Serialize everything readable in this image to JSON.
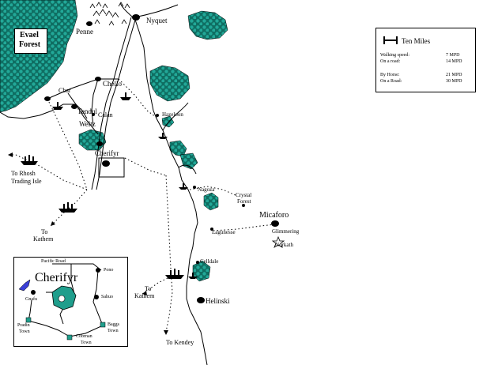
{
  "map": {
    "forest_label_line1": "Evael",
    "forest_label_line2": "Forest",
    "labels": {
      "nyquet": "Nyquet",
      "penne": "Penne",
      "chello": "Chello",
      "cbar": "Cbar",
      "tendul": "Tendul",
      "calan": "Calan",
      "weltz": "Weltz",
      "cherifyr": "Cherifyr",
      "hazeloon": "Hazeloon",
      "nagoza": "Nagoza",
      "crystal_line1": "Crystal",
      "crystal_line2": "Forest",
      "micaforo": "Micaforo",
      "glimmering": "Glimmering",
      "norkath": "Norkath",
      "lagunesse": "Lagunesse",
      "celldale": "Celldale",
      "helinski": "Helinski",
      "to_rhosh": "To Rhosh",
      "trading_isle": "Trading Isle",
      "to_kathem1_line1": "To",
      "to_kathem1_line2": "Kathem",
      "to_kathem2_line1": "To",
      "to_kathem2_line2": "Kathem",
      "to_kendey": "To Kendey"
    }
  },
  "legend": {
    "title": "Ten Miles",
    "rows": [
      {
        "label": "Walking speed:",
        "value": "7 MPD"
      },
      {
        "label": "On a road:",
        "value": "14 MPD"
      },
      {
        "label": "By Horse:",
        "value": "21 MPD"
      },
      {
        "label": "On a Road:",
        "value": "30 MPD"
      }
    ]
  },
  "inset": {
    "title": "Cherifyr",
    "labels": {
      "pacific_road": "Pacific Road",
      "pono": "Pono",
      "gnafu": "Gnafu",
      "sahuo": "Sahuo",
      "pradin": "Pradin",
      "pradin_town": "Town",
      "baggs": "Baggs",
      "baggs_town": "Town",
      "cobman": "Cobrnan",
      "cobman_town": "Town"
    }
  },
  "colors": {
    "forest": "#1f9e8c",
    "inset_lake": "#1f9e8c",
    "inset_feature": "#3a3fd6",
    "ink": "#000000"
  }
}
